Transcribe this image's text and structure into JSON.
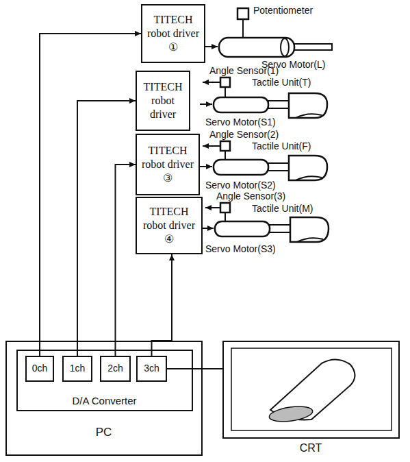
{
  "diagram": {
    "nodes": [
      {
        "text": [
          "TITECH robot driver",
          "①"
        ]
      },
      {
        "text": [
          "TITECH robot driver"
        ]
      },
      {
        "text": [
          "TITECH robot driver",
          "③"
        ]
      },
      {
        "text": [
          "TITECH robot driver",
          "④"
        ]
      },
      {
        "text": [
          "PC"
        ]
      },
      {
        "text": [
          "D/A Converter"
        ],
        "in": 4
      },
      {
        "text": [
          "0ch"
        ],
        "in": 5
      },
      {
        "text": [
          "1ch"
        ],
        "in": 5
      },
      {
        "text": [
          "2ch"
        ],
        "in": 5
      },
      {
        "text": [
          "3ch"
        ],
        "in": 5
      },
      {
        "text": [
          "CRT"
        ]
      }
    ],
    "edges": [
      {
        "from": 6,
        "to": 0,
        "arrow": "to"
      },
      {
        "from": 7,
        "to": 1,
        "arrow": "to"
      },
      {
        "from": 8,
        "to": 2,
        "arrow": "to"
      },
      {
        "from": 9,
        "to": 3,
        "arrow": "to"
      },
      {
        "from": 9,
        "to": 10,
        "arrow": "none"
      }
    ],
    "labels": [
      "Potentiometer",
      "Servo Motor(L)",
      "Angle Sensor(1)",
      "Tactile Unit(T)",
      "Servo Motor(S1)",
      "Angle Sensor(2)",
      "Tactile Unit(F)",
      "Servo Motor(S2)",
      "Angle Sensor(3)",
      "Tactile Unit(M)",
      "Servo Motor(S3)"
    ]
  }
}
